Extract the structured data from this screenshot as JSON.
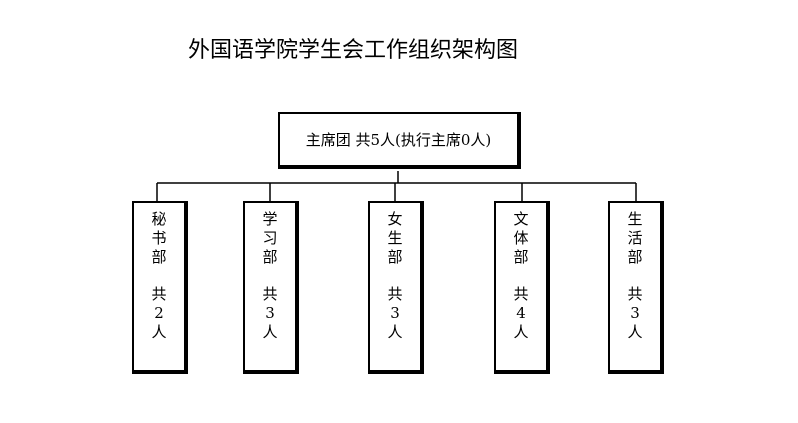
{
  "title": "外国语学院学生会工作组织架构图",
  "top": {
    "label": "主席团 共5人(执行主席0人)"
  },
  "departments": [
    {
      "name": "秘书部",
      "total": "共",
      "count": "2",
      "unit": "人"
    },
    {
      "name": "学习部",
      "total": "共",
      "count": "3",
      "unit": "人"
    },
    {
      "name": "女生部",
      "total": "共",
      "count": "3",
      "unit": "人"
    },
    {
      "name": "文体部",
      "total": "共",
      "count": "4",
      "unit": "人"
    },
    {
      "name": "生活部",
      "total": "共",
      "count": "3",
      "unit": "人"
    }
  ]
}
